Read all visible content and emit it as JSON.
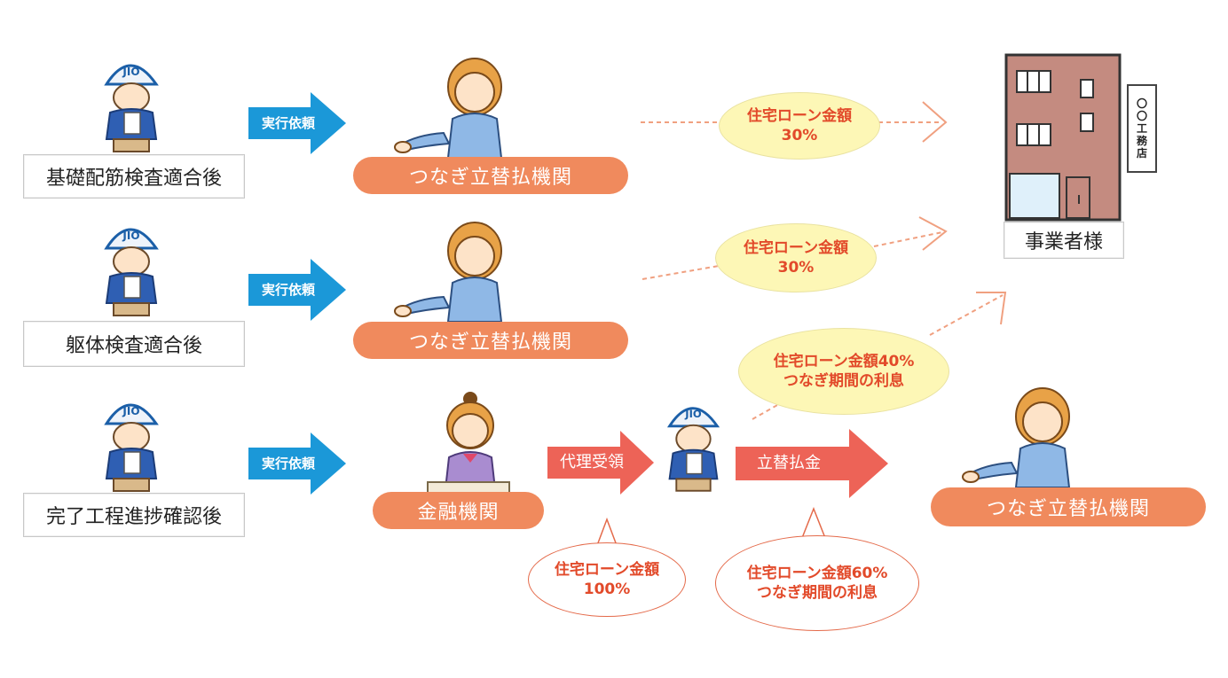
{
  "stages": [
    {
      "label": "基礎配筋検査適合後",
      "request": "実行依頼",
      "provider": "つなぎ立替払機関",
      "amount_title": "住宅ローン金額",
      "amount_value": "30%"
    },
    {
      "label": "躯体検査適合後",
      "request": "実行依頼",
      "provider": "つなぎ立替払機関",
      "amount_title": "住宅ローン金額",
      "amount_value": "30%"
    },
    {
      "label": "完了工程進捗確認後",
      "request": "実行依頼",
      "provider": "金融機関"
    }
  ],
  "agent_receipt": "代理受領",
  "advance_payment": "立替払金",
  "final_provider": "つなぎ立替払機関",
  "recipient": "事業者様",
  "building_sign": [
    "〇",
    "〇",
    "工",
    "務",
    "店"
  ],
  "hardhat_logo": "JIO",
  "bubbles": {
    "to_business": {
      "line1": "住宅ローン金額40%",
      "line2": "つなぎ期間の利息"
    },
    "bank_amount": {
      "line1": "住宅ローン金額",
      "line2": "100%"
    },
    "repay_amount": {
      "line1": "住宅ローン金額60%",
      "line2": "つなぎ期間の利息"
    }
  },
  "colors": {
    "blue_arrow": "#1b98d8",
    "salmon_pill": "#f08a5d",
    "red_arrow": "#ed6357",
    "bubble_yellow": "#fdf7b6",
    "bubble_text": "#e24a2a",
    "building": "#c48b80"
  }
}
